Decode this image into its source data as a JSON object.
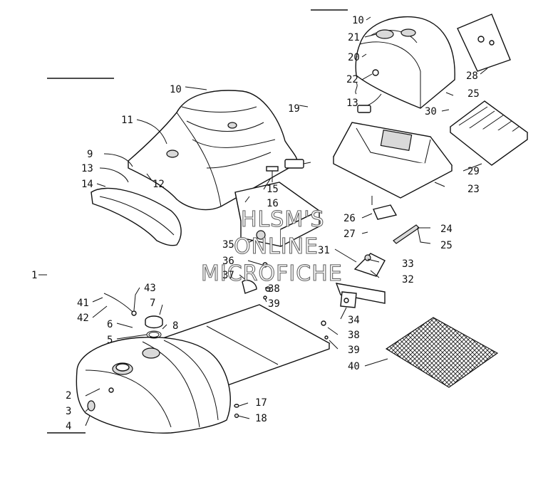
{
  "watermark": {
    "line1": "HLSM'S",
    "line2": "ONLINE",
    "line3": "MICROFICHE"
  },
  "callouts": [
    {
      "id": "c10a",
      "text": "10"
    },
    {
      "id": "c21",
      "text": "21"
    },
    {
      "id": "c20",
      "text": "20"
    },
    {
      "id": "c22",
      "text": "22"
    },
    {
      "id": "c13a",
      "text": "13"
    },
    {
      "id": "c28",
      "text": "28"
    },
    {
      "id": "c25a",
      "text": "25"
    },
    {
      "id": "c30",
      "text": "30"
    },
    {
      "id": "c29",
      "text": "29"
    },
    {
      "id": "c23",
      "text": "23"
    },
    {
      "id": "c10b",
      "text": "10"
    },
    {
      "id": "c19",
      "text": "19"
    },
    {
      "id": "c11",
      "text": "11"
    },
    {
      "id": "c9",
      "text": "9"
    },
    {
      "id": "c13b",
      "text": "13"
    },
    {
      "id": "c14",
      "text": "14"
    },
    {
      "id": "c12",
      "text": "12"
    },
    {
      "id": "c15",
      "text": "15"
    },
    {
      "id": "c16",
      "text": "16"
    },
    {
      "id": "c26",
      "text": "26"
    },
    {
      "id": "c27",
      "text": "27"
    },
    {
      "id": "c24",
      "text": "24"
    },
    {
      "id": "c25b",
      "text": "25"
    },
    {
      "id": "c31",
      "text": "31"
    },
    {
      "id": "c33",
      "text": "33"
    },
    {
      "id": "c32",
      "text": "32"
    },
    {
      "id": "c35",
      "text": "35"
    },
    {
      "id": "c36",
      "text": "36"
    },
    {
      "id": "c37",
      "text": "37"
    },
    {
      "id": "c38a",
      "text": "38"
    },
    {
      "id": "c39a",
      "text": "39"
    },
    {
      "id": "c1",
      "text": "1"
    },
    {
      "id": "c43",
      "text": "43"
    },
    {
      "id": "c41",
      "text": "41"
    },
    {
      "id": "c42",
      "text": "42"
    },
    {
      "id": "c7",
      "text": "7"
    },
    {
      "id": "c6",
      "text": "6"
    },
    {
      "id": "c8",
      "text": "8"
    },
    {
      "id": "c5",
      "text": "5"
    },
    {
      "id": "c34",
      "text": "34"
    },
    {
      "id": "c38b",
      "text": "38"
    },
    {
      "id": "c39b",
      "text": "39"
    },
    {
      "id": "c40",
      "text": "40"
    },
    {
      "id": "c2",
      "text": "2"
    },
    {
      "id": "c3",
      "text": "3"
    },
    {
      "id": "c4",
      "text": "4"
    },
    {
      "id": "c17",
      "text": "17"
    },
    {
      "id": "c18",
      "text": "18"
    }
  ]
}
